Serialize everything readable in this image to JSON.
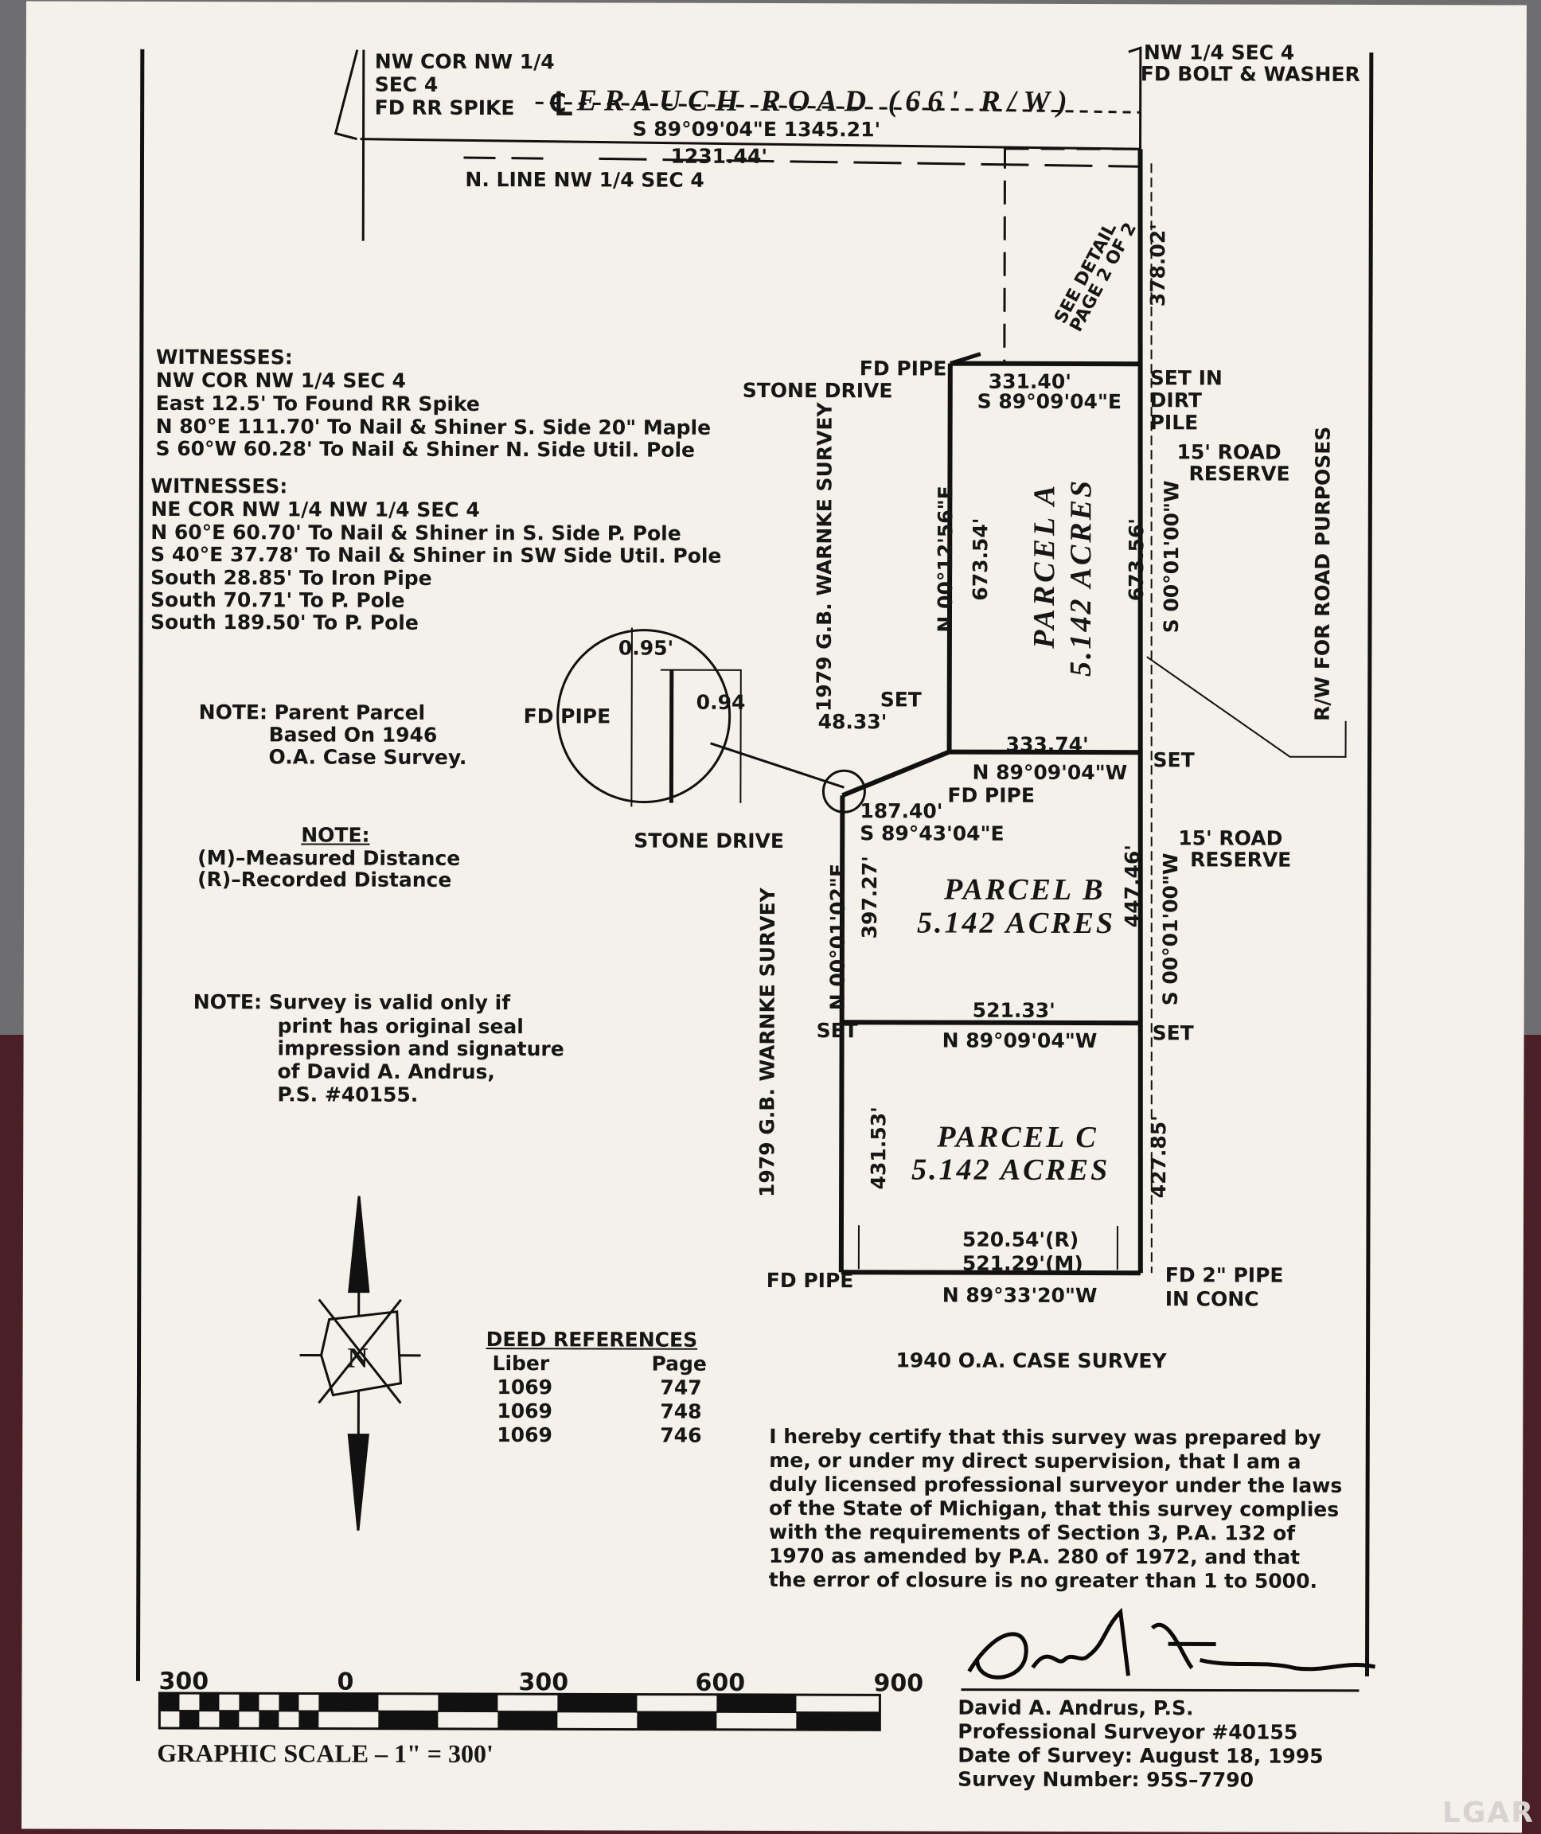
{
  "corner_nw": [
    "NW COR NW 1/4",
    "SEC 4",
    "FD RR SPIKE"
  ],
  "corner_ne": [
    "NW 1/4 SEC 4",
    "FD BOLT & WASHER"
  ],
  "road": {
    "cl": "℄",
    "name": "ERAUCH ROAD (66' R/W)",
    "bearing": "S 89°09'04\"E 1345.21'",
    "distance": "1231.44'",
    "line_label": "N. LINE NW 1/4 SEC 4"
  },
  "detail_ref": "SEE DETAIL PAGE 2 OF 2",
  "dist_378": "378.02'",
  "witness1": [
    "WITNESSES:",
    "NW COR NW 1/4 SEC 4",
    "East 12.5' To Found RR Spike",
    "N 80°E 111.70' To Nail & Shiner S. Side 20\" Maple",
    "S 60°W 60.28' To Nail & Shiner N. Side Util. Pole"
  ],
  "witness2": [
    "WITNESSES:",
    "NE COR NW 1/4 NW 1/4 SEC 4",
    "N 60°E 60.70' To Nail & Shiner in S. Side P. Pole",
    "S 40°E 37.78' To Nail & Shiner in SW Side Util. Pole",
    "South 28.85' To Iron Pipe",
    "South 70.71' To P. Pole",
    "South 189.50' To P. Pole"
  ],
  "note_parent": [
    "NOTE: Parent Parcel",
    "Based On 1946",
    "O.A. Case Survey."
  ],
  "note_legend": [
    "NOTE:",
    "(M)–Measured Distance",
    "(R)–Recorded Distance"
  ],
  "note_valid": [
    "NOTE: Survey is valid only if",
    "print has original seal",
    "impression and signature",
    "of David A. Andrus,",
    "P.S. #40155."
  ],
  "detail": {
    "d1": "0.95'",
    "d2": "0.94",
    "fd_pipe": "FD PIPE"
  },
  "labels": {
    "fd_pipe_top": "FD PIPE",
    "stone_drive_top": "STONE DRIVE",
    "set_in_dirt": [
      "SET IN",
      "DIRT",
      "PILE"
    ],
    "road_reserve": [
      "15' ROAD",
      "RESERVE"
    ],
    "rw_road": "R/W FOR ROAD PURPOSES",
    "warnke_top": "1979 G.B. WARNKE SURVEY",
    "warnke_bot": "1979 G.B. WARNKE SURVEY",
    "set": "SET",
    "fd_pipe": "FD PIPE",
    "stone_drive_mid": "STONE DRIVE",
    "fd_2_pipe": [
      "FD 2\" PIPE",
      "IN CONC"
    ],
    "case_1940": "1940 O.A. CASE SURVEY"
  },
  "parcel_a": {
    "name": "PARCEL A",
    "acres": "5.142 ACRES",
    "top_dist": "331.40'",
    "top_bearing": "S 89°09'04\"E",
    "left_bearing": "N 00°12'56\"E",
    "left_dist": "673.54'",
    "right_dist": "673.56'",
    "right_bearing": "S 00°01'00\"W",
    "bot_dist": "333.74'",
    "bot_bearing": "N 89°09'04\"W",
    "jog": "48.33'"
  },
  "parcel_b": {
    "name": "PARCEL B",
    "acres": "5.142 ACRES",
    "top_dist": "187.40'",
    "top_bearing": "S 89°43'04\"E",
    "left_bearing": "N 00°01'02\"E",
    "left_dist": "397.27'",
    "right_dist": "447.46'",
    "right_bearing": "S 00°01'00\"W",
    "bot_dist": "521.33'",
    "bot_bearing": "N 89°09'04\"W"
  },
  "parcel_c": {
    "name": "PARCEL C",
    "acres": "5.142 ACRES",
    "left_dist": "431.53'",
    "right_dist": "427.85'",
    "bot_r": "520.54'(R)",
    "bot_m": "521.29'(M)",
    "bot_bearing": "N 89°33'20\"W"
  },
  "north": "N",
  "deed": {
    "title": "DEED REFERENCES",
    "headers": [
      "Liber",
      "Page"
    ],
    "rows": [
      [
        "1069",
        "747"
      ],
      [
        "1069",
        "748"
      ],
      [
        "1069",
        "746"
      ]
    ]
  },
  "certification": [
    "I hereby certify that this survey was prepared by",
    "me, or under my direct supervision, that I am a",
    "duly licensed professional surveyor under the laws",
    "of the State of Michigan, that this survey complies",
    "with the requirements of Section 3, P.A. 132 of",
    "1970 as amended by P.A. 280 of 1972, and that",
    "the error of closure is no greater than 1 to 5000."
  ],
  "signature": "David A Andrus",
  "surveyor": [
    "David A. Andrus, P.S.",
    "Professional Surveyor #40155",
    "Date of Survey: August 18, 1995",
    "Survey Number: 95S–7790"
  ],
  "scale": {
    "ticks": [
      "300",
      "0",
      "300",
      "600",
      "900"
    ],
    "label": "GRAPHIC SCALE – 1\" = 300'"
  },
  "watermark": "LGAR"
}
